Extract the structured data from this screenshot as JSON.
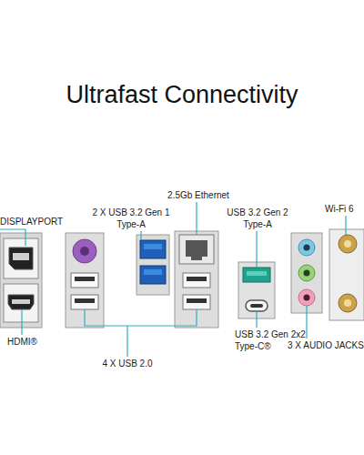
{
  "diagram": {
    "title": "Ultrafast Connectivity",
    "labels": [
      "DISPLAYPORT",
      "2 X USB 3.2 Gen 1 Type-A",
      "2.5Gb Ethernet",
      "USB 3.2 Gen 2 Type-A",
      "Wi-Fi 6",
      "HDMI®",
      "4 X USB 2.0",
      "USB 3.2 Gen 2x2 Type-C®",
      "3 X AUDIO JACKS"
    ]
  }
}
